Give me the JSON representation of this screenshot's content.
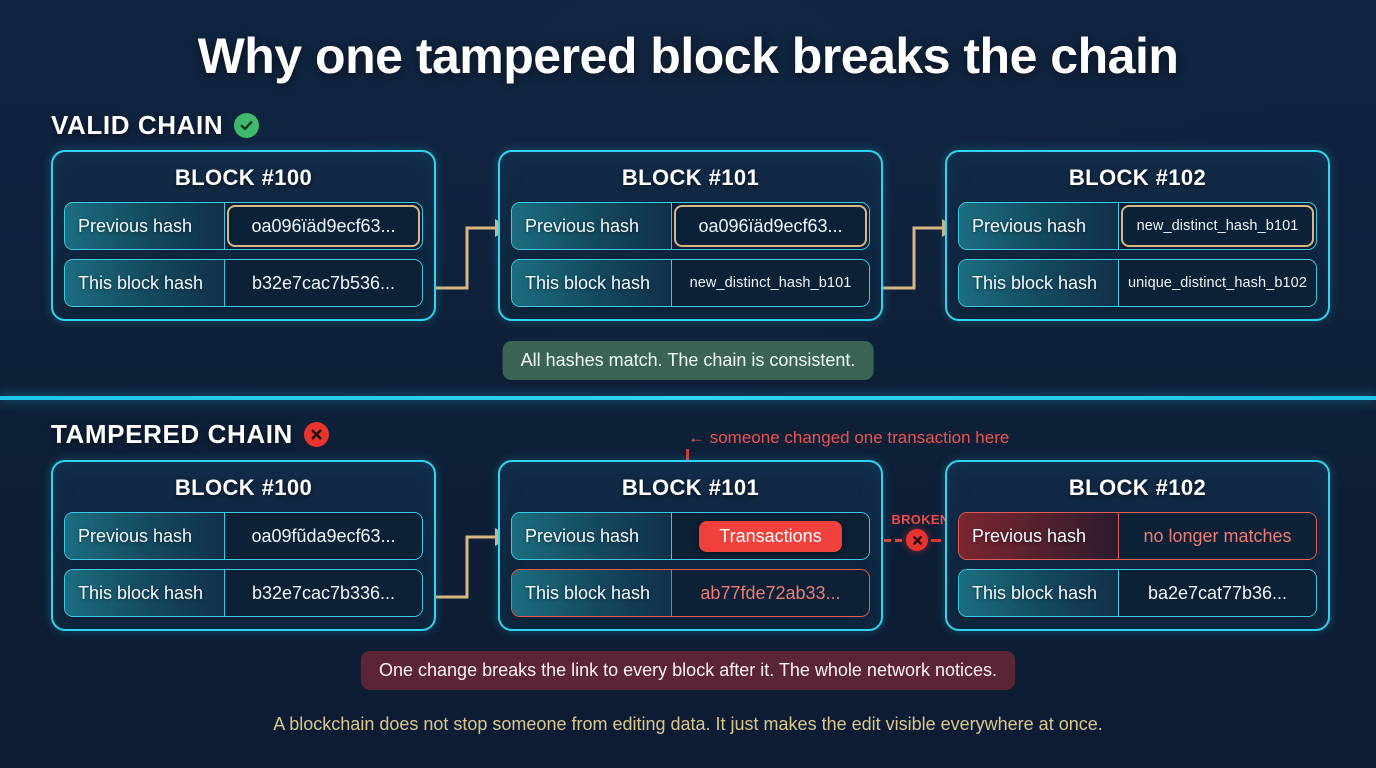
{
  "title": "Why one tampered block breaks the chain",
  "sections": {
    "valid": {
      "heading": "VALID CHAIN",
      "badge_icon": "check-circle-icon",
      "caption": "All hashes match. The chain is consistent.",
      "blocks": [
        {
          "title": "BLOCK #100",
          "rows": [
            {
              "label": "Previous hash",
              "value": "oa096ïäd9ecf63..."
            },
            {
              "label": "This block hash",
              "value": "b32e7cac7b536..."
            }
          ]
        },
        {
          "title": "BLOCK #101",
          "rows": [
            {
              "label": "Previous hash",
              "value": "oa096ïäd9ecf63..."
            },
            {
              "label": "This block hash",
              "value": "new_distinct_hash_b101"
            }
          ]
        },
        {
          "title": "BLOCK #102",
          "rows": [
            {
              "label": "Previous hash",
              "value": "new_distinct_hash_b101"
            },
            {
              "label": "This block hash",
              "value": "unique_distinct_hash_b102"
            }
          ]
        }
      ]
    },
    "tampered": {
      "heading": "TAMPERED CHAIN",
      "badge_icon": "x-circle-icon",
      "annotation": "← someone changed one transaction here",
      "broken_label": "BROKEN",
      "caption": "One change breaks the link to every block after it. The whole network notices.",
      "blocks": [
        {
          "title": "BLOCK #100",
          "rows": [
            {
              "label": "Previous hash",
              "value": "oa09fũda9ecf63..."
            },
            {
              "label": "This block hash",
              "value": "b32e7cac7b336..."
            }
          ]
        },
        {
          "title": "BLOCK #101",
          "rows": [
            {
              "label": "Previous hash",
              "value": "Transactions"
            },
            {
              "label": "This block hash",
              "value": "ab77fde72ab33..."
            }
          ]
        },
        {
          "title": "BLOCK #102",
          "rows": [
            {
              "label": "Previous hash",
              "value": "no longer matches"
            },
            {
              "label": "This block hash",
              "value": "ba2e7cat77b36..."
            }
          ]
        }
      ]
    }
  },
  "footnote": "A blockchain does not stop someone from editing data. It just makes the edit visible everywhere at once.",
  "colors": {
    "background": "#0e1f36",
    "block_border": "#2fd5ef",
    "accent_gold": "#d9b782",
    "danger": "#e8342f",
    "success": "#3fb96b",
    "footnote": "#d9c78b"
  }
}
